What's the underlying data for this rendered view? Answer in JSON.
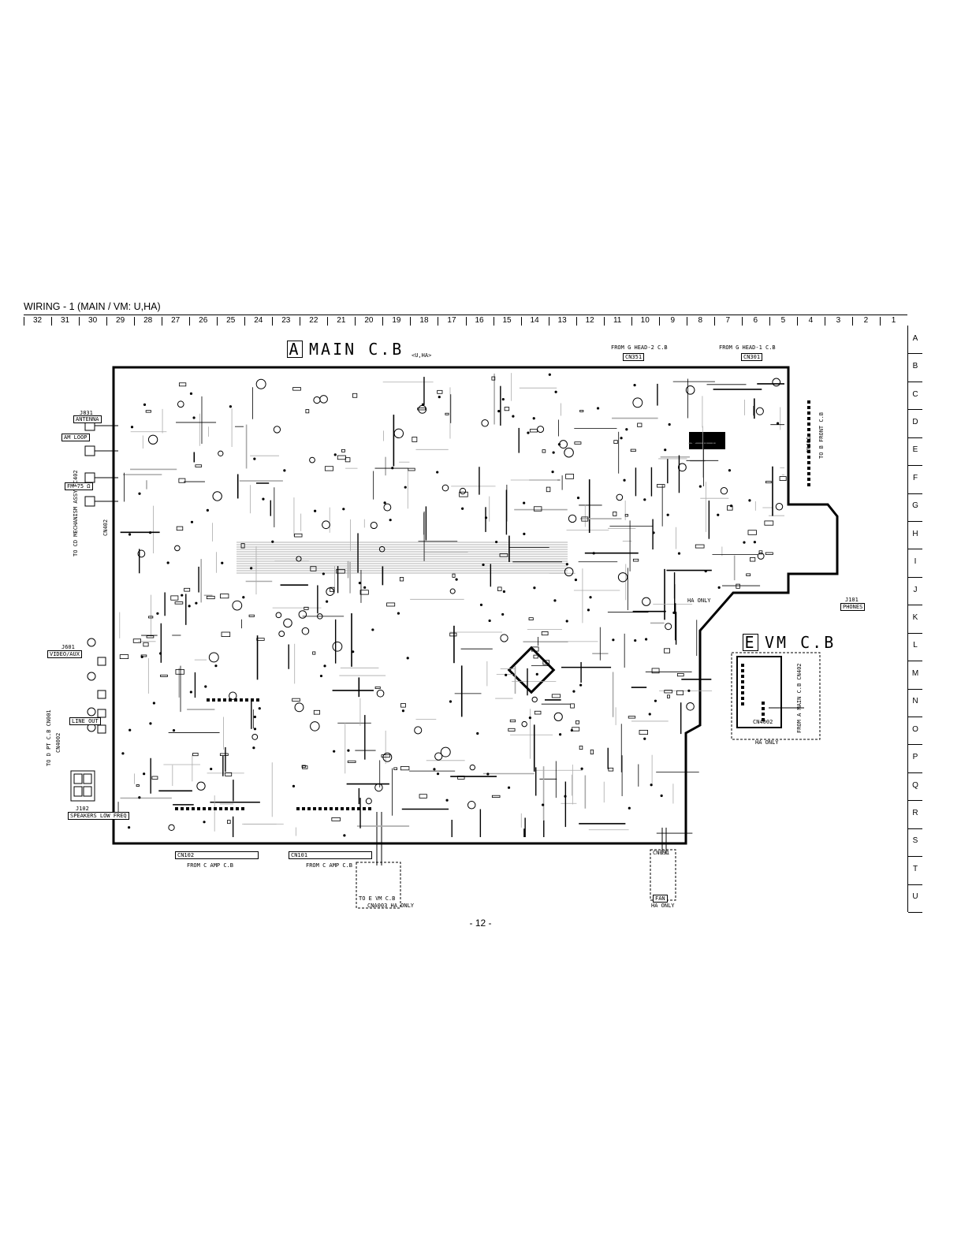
{
  "title": "WIRING - 1 (MAIN / VM: U,HA)",
  "columns": [
    "32",
    "31",
    "30",
    "29",
    "28",
    "27",
    "26",
    "25",
    "24",
    "23",
    "22",
    "21",
    "20",
    "19",
    "18",
    "17",
    "16",
    "15",
    "14",
    "13",
    "12",
    "11",
    "10",
    "9",
    "8",
    "7",
    "6",
    "5",
    "4",
    "3",
    "2",
    "1"
  ],
  "rows": [
    "A",
    "B",
    "C",
    "D",
    "E",
    "F",
    "G",
    "H",
    "I",
    "J",
    "K",
    "L",
    "M",
    "N",
    "O",
    "P",
    "Q",
    "R",
    "S",
    "T",
    "U"
  ],
  "main_board": {
    "letter": "A",
    "name": "MAIN C.B",
    "suffix": "<U,HA>"
  },
  "vm_board": {
    "letter": "E",
    "name": "VM C.B",
    "note": "HA ONLY",
    "connector": "CN4002",
    "from_label": "FROM A MAIN C.B CN402"
  },
  "connectors": {
    "from_head2": "FROM G HEAD-2 C.B",
    "cn351": "CN351",
    "from_head1": "FROM G HEAD-1 C.B",
    "cn301": "CN301",
    "to_front": "TO B FRONT C.B",
    "cn401": "CN401",
    "j831": "J831",
    "antenna": "ANTENNA",
    "am_loop": "AM LOOP",
    "fm75": "FM 75 Ω",
    "to_cd_mech": "TO CD MECHANISM ASSY FC402",
    "cn402": "CN402",
    "j601": "J601",
    "video_aux": "VIDEO/AUX",
    "to_cdpt": "TO D PT C.B CN001",
    "cn4002": "CN4002",
    "line_out": "LINE OUT",
    "j102": "J102",
    "speakers": "SPEAKERS LOW FREQ",
    "j101": "J101",
    "phones": "PHONES",
    "ha_only": "HA ONLY",
    "cn102": "CN102",
    "from_amp1": "FROM C AMP C.B",
    "cn101": "CN101",
    "from_amp2": "FROM C AMP C.B",
    "to_vm": "TO E VM C.B",
    "cna003": "CNA003 HA ONLY",
    "cn091": "CN091",
    "fan": "FAN",
    "fan_ha": "HA ONLY"
  },
  "page_number": "- 12 -"
}
